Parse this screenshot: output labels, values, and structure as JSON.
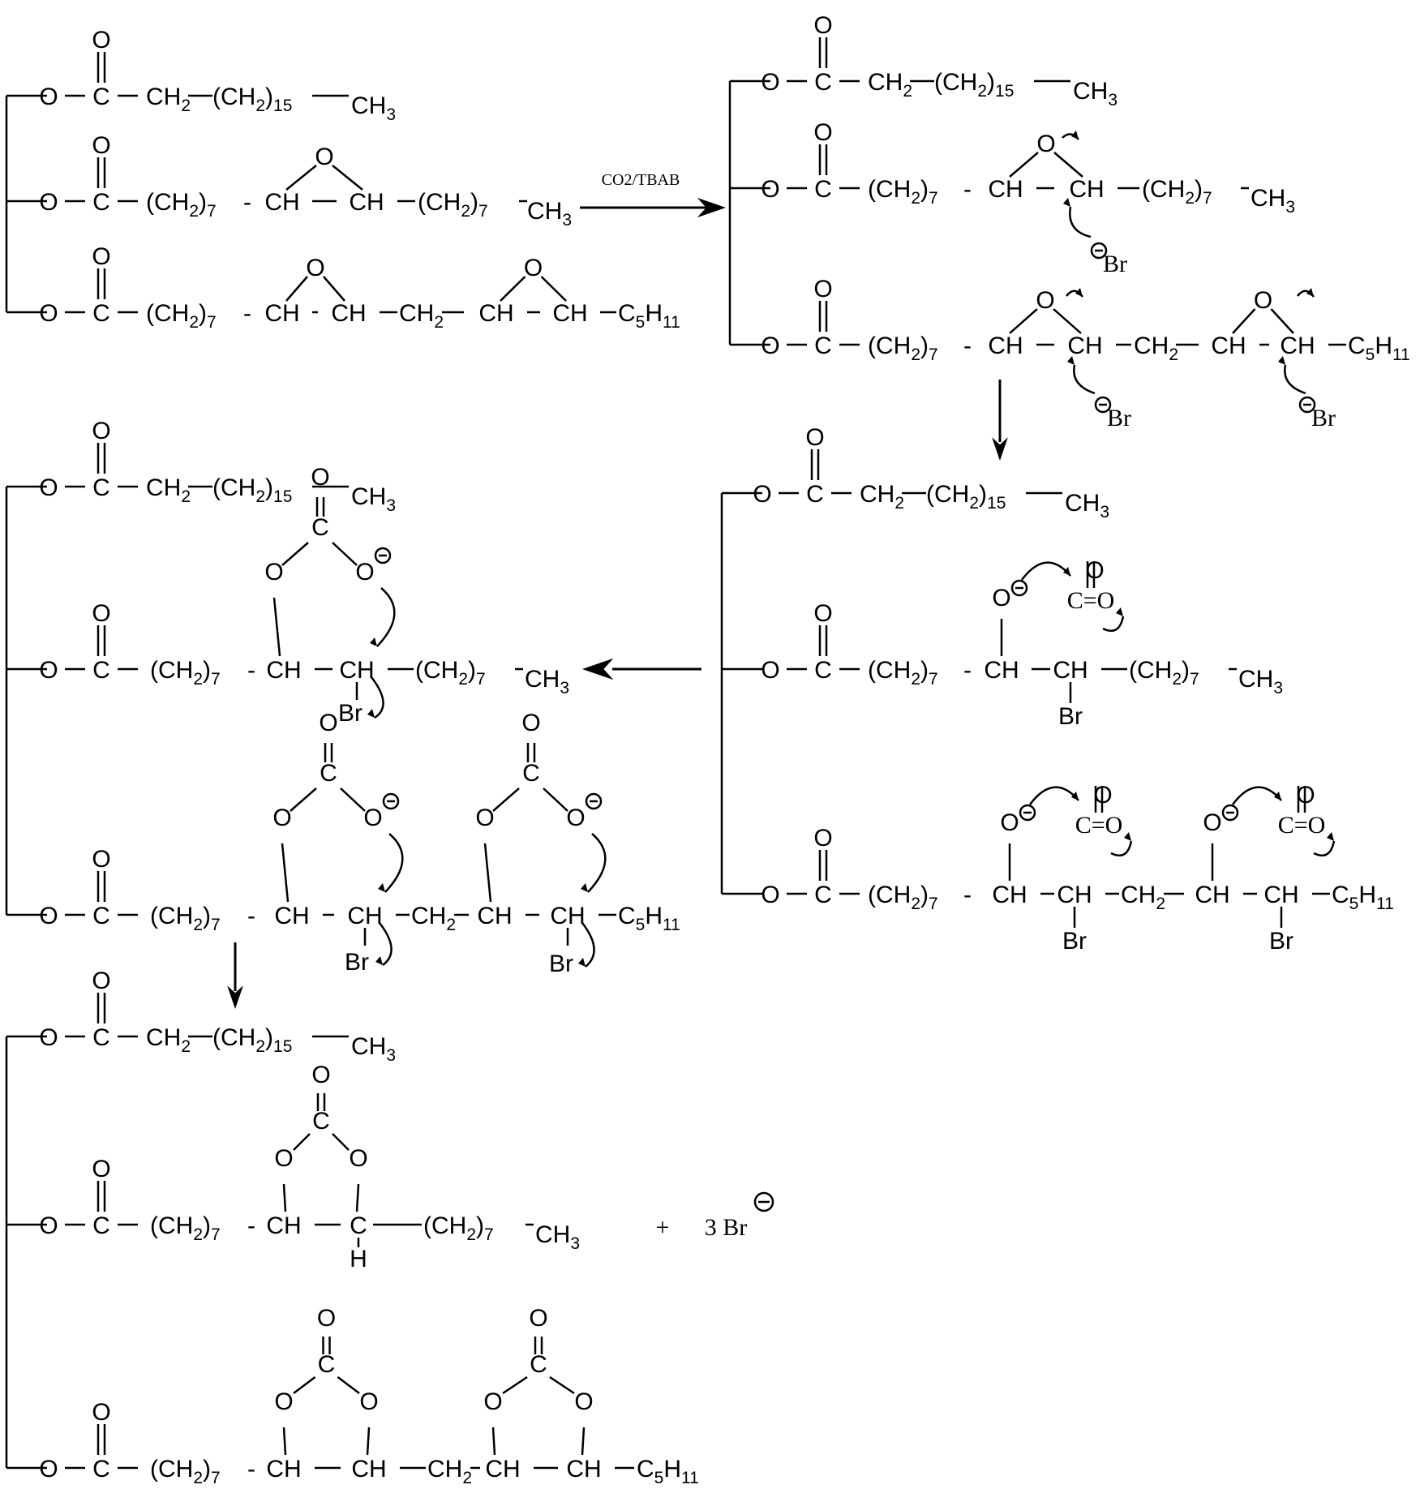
{
  "scheme": {
    "reagent": "CO2/TBAB",
    "plus": "+",
    "bromide": "3 Br"
  },
  "labels": {
    "O": "O",
    "C": "C",
    "CH": "CH",
    "H": "H",
    "Br": "Br",
    "CH2": "CH",
    "CH3": "CH",
    "C5H11": "C",
    "CH2_15_open": "(CH",
    "CH2_7_open": "(CH",
    "close": ")",
    "CO2": "C=O",
    "minus": "−",
    "dash": "-",
    "sub_2": "2",
    "sub_3": "3",
    "sub_5": "5",
    "sub_7": "7",
    "sub_11": "11",
    "sub_15": "15",
    "H_": "H"
  }
}
